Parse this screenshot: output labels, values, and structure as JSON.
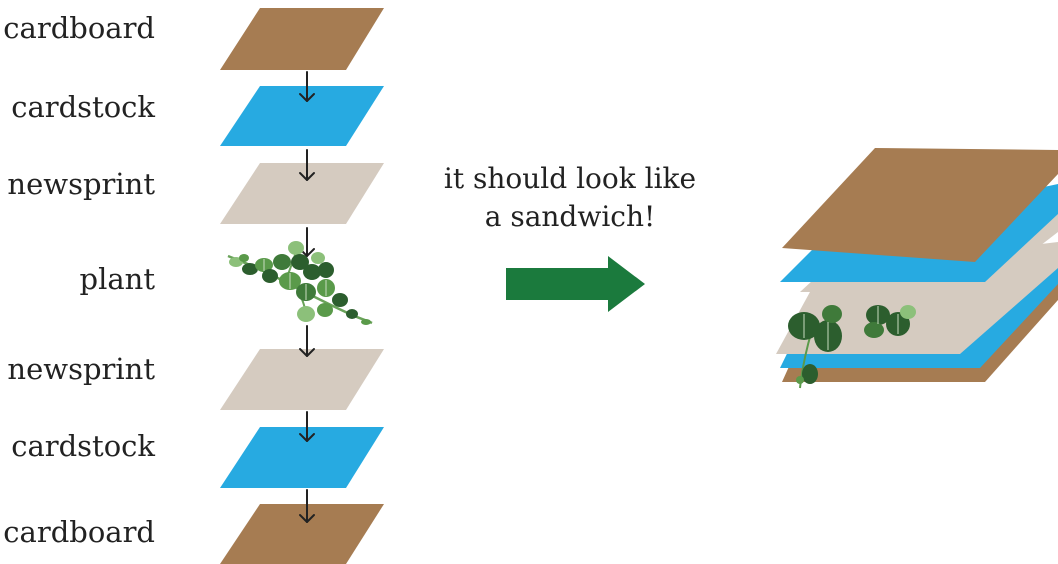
{
  "colors": {
    "cardboard": "#a67c52",
    "cardstock": "#27aae1",
    "newsprint": "#d5cbc0",
    "arrow": "#1b7a3d",
    "leaf_dark": "#2c5e2e",
    "leaf_mid": "#5a9a4a",
    "leaf_light": "#8cc07a",
    "line": "#222222"
  },
  "layers": [
    {
      "label": "cardboard",
      "material": "cardboard"
    },
    {
      "label": "cardstock",
      "material": "cardstock"
    },
    {
      "label": "newsprint",
      "material": "newsprint"
    },
    {
      "label": "plant",
      "material": "plant"
    },
    {
      "label": "newsprint",
      "material": "newsprint"
    },
    {
      "label": "cardstock",
      "material": "cardstock"
    },
    {
      "label": "cardboard",
      "material": "cardboard"
    }
  ],
  "caption": {
    "line1": "it should look like",
    "line2": "a sandwich!"
  },
  "icons": {
    "down_arrow": "down-arrow-icon",
    "big_arrow": "right-arrow-icon",
    "plant": "plant-sprig-icon"
  }
}
